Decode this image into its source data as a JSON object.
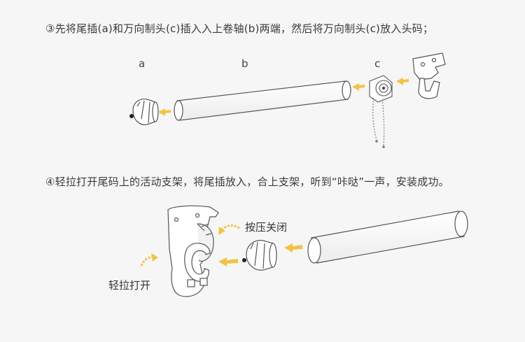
{
  "step3": {
    "text": "③先将尾插(a)和万向制头(c)插入入上卷轴(b)两端，然后将万向制头(c)放入头码；",
    "labels": {
      "a": "a",
      "b": "b",
      "c": "c"
    }
  },
  "step4": {
    "text": "④轻拉打开尾码上的活动支架，将尾插放入，合上支架，听到“咔哒”一声，安装成功。",
    "press_close": "按压关闭",
    "pull_open": "轻拉打开"
  },
  "colors": {
    "background": "#f6f6f6",
    "arrow": "#f0c445",
    "stroke": "#444444"
  }
}
